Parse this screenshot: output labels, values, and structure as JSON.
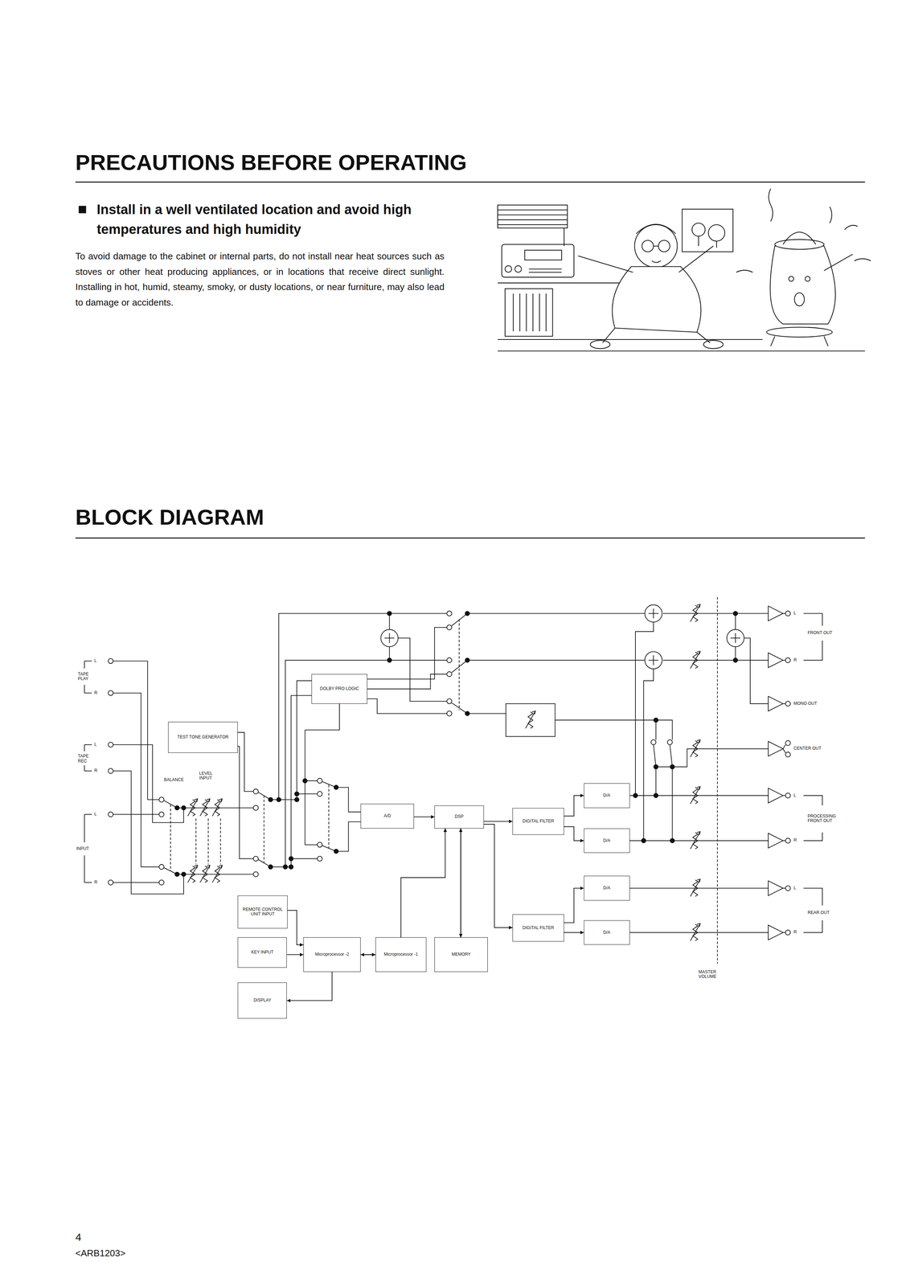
{
  "diagram": {
    "title": "BLOCK DIAGRAM",
    "nodes": [
      {
        "text": [
          "DOLBY PRO LOGIC"
        ]
      },
      {
        "text": [
          "TEST TONE GENERATOR"
        ]
      },
      {
        "text": [
          "A/D"
        ]
      },
      {
        "text": [
          "DSP"
        ]
      },
      {
        "text": [
          "DIGITAL FILTER"
        ]
      },
      {
        "text": [
          "DIGITAL FILTER"
        ]
      },
      {
        "text": [
          "D/A"
        ]
      },
      {
        "text": [
          "D/A"
        ]
      },
      {
        "text": [
          "D/A"
        ]
      },
      {
        "text": [
          "D/A"
        ]
      },
      {
        "text": [
          "REMOTE CONTROL UNIT INPUT"
        ]
      },
      {
        "text": [
          "KEY INPUT"
        ]
      },
      {
        "text": [
          "Microprocessor -2"
        ]
      },
      {
        "text": [
          "Microprocessor -1"
        ]
      },
      {
        "text": [
          "MEMORY"
        ]
      },
      {
        "text": [
          "DISPLAY"
        ]
      }
    ],
    "edges": [
      {
        "from": 2,
        "to": 3,
        "arrow": "to"
      },
      {
        "from": 3,
        "to": 4,
        "arrow": "to"
      },
      {
        "from": 3,
        "to": 5,
        "arrow": "to"
      },
      {
        "from": 4,
        "to": 6,
        "arrow": "to"
      },
      {
        "from": 4,
        "to": 7,
        "arrow": "to"
      },
      {
        "from": 5,
        "to": 8,
        "arrow": "to"
      },
      {
        "from": 5,
        "to": 9,
        "arrow": "to"
      },
      {
        "from": 3,
        "to": 14,
        "arrow": "both"
      },
      {
        "from": 13,
        "to": 3,
        "arrow": "to"
      },
      {
        "from": 12,
        "to": 13,
        "arrow": "both"
      },
      {
        "from": 10,
        "to": 12,
        "arrow": "to"
      },
      {
        "from": 11,
        "to": 12,
        "arrow": "to"
      },
      {
        "from": 12,
        "to": 15,
        "arrow": "to"
      }
    ],
    "labels": [
      "PRECAUTIONS BEFORE OPERATING",
      "Install in a well ventilated location and avoid high temperatures and high humidity",
      "To avoid damage to the cabinet or internal parts, do not install near heat sources such as stoves or other heat producing appliances, or in locations that receive direct sunlight. Installing in hot, humid, steamy, smoky, or dusty locations, or near furniture, may also lead to damage or accidents.",
      "L",
      "TAPE PLAY",
      "R",
      "L",
      "TAPE REC",
      "R",
      "L",
      "INPUT",
      "R",
      "BALANCE",
      "LEVEL INPUT",
      "L",
      "FRONT OUT",
      "R",
      "MONO OUT",
      "CENTER OUT",
      "L",
      "PROCESSING FRONT OUT",
      "R",
      "L",
      "REAR OUT",
      "R",
      "MASTER VOLUME",
      "4",
      "<ARB1203>"
    ]
  }
}
